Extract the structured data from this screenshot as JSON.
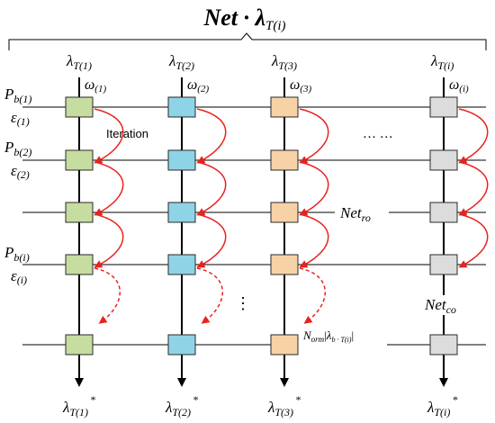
{
  "title": {
    "main": "Net · λ",
    "sub": "T(i)"
  },
  "columns": [
    {
      "id": "1",
      "lambda_sub": "T(1)",
      "omega_sub": "(1)",
      "out_sub": "T(1)",
      "fill": "#c6dca0"
    },
    {
      "id": "2",
      "lambda_sub": "T(2)",
      "omega_sub": "(2)",
      "out_sub": "T(2)",
      "fill": "#8fd3e6"
    },
    {
      "id": "3",
      "lambda_sub": "T(3)",
      "omega_sub": "(3)",
      "out_sub": "T(3)",
      "fill": "#f7d2a6"
    },
    {
      "id": "i",
      "lambda_sub": "T(i)",
      "omega_sub": "(i)",
      "out_sub": "T(i)",
      "fill": "#dcdcdc"
    }
  ],
  "symbols": {
    "lambda": "λ",
    "omega": "ω",
    "P": "P",
    "epsilon": "ε",
    "star": "*"
  },
  "row_labels": [
    {
      "p_sub": "b(1)",
      "e_sub": "(1)"
    },
    {
      "p_sub": "b(2)",
      "e_sub": "(2)"
    },
    {
      "p_sub": "b(i)",
      "e_sub": "(i)"
    }
  ],
  "iteration_label": "Iteration",
  "dots_h": "… …",
  "dots_v": "⋮",
  "net_ro": {
    "base": "Net",
    "sub": "ro"
  },
  "net_co": {
    "base": "Net",
    "sub": "co"
  },
  "norm": {
    "base": "N",
    "sub": "orm",
    "inner": "λ",
    "inner_sub": "b · T(i)"
  },
  "colors": {
    "arrow_red": "#e8231f",
    "stroke": "#000000",
    "box_border": "#2a2a2a"
  }
}
